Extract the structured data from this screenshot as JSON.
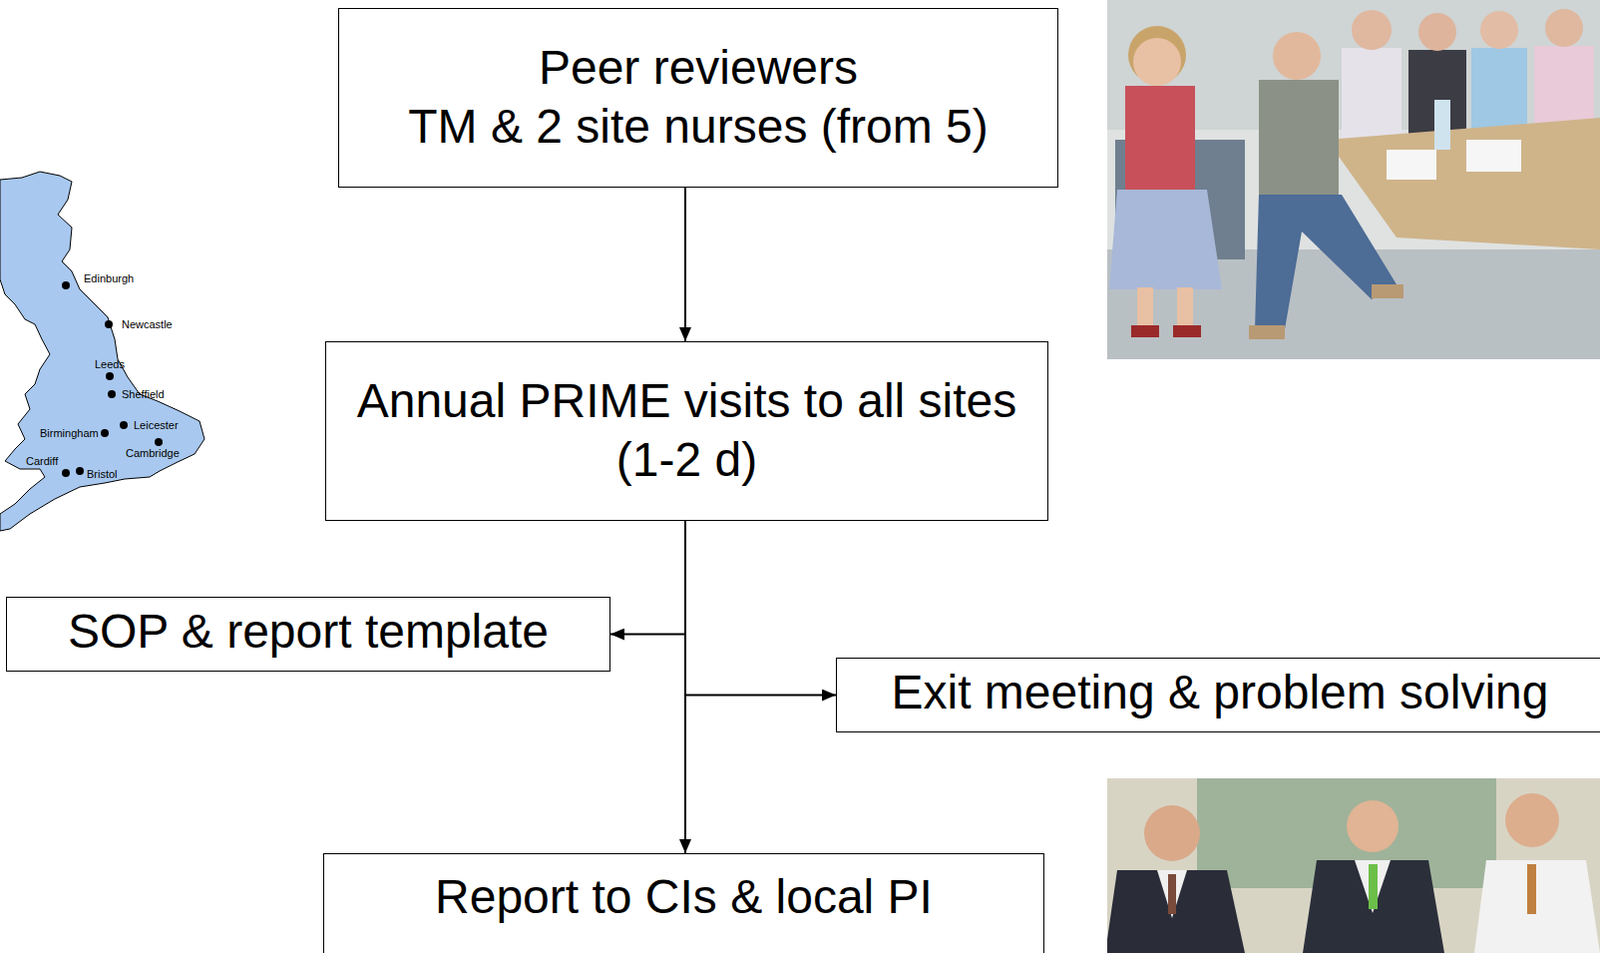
{
  "diagram": {
    "nodes": [
      {
        "text": [
          "Peer reviewers",
          "TM & 2 site nurses (from 5)"
        ]
      },
      {
        "text": [
          "Annual PRIME visits to all sites (1-2 d)"
        ]
      },
      {
        "text": [
          "SOP & report template"
        ]
      },
      {
        "text": [
          "Exit meeting & problem solving"
        ]
      },
      {
        "text": [
          "Report to CIs & local PI"
        ]
      }
    ],
    "edges": [
      {
        "from": 0,
        "to": 1,
        "arrow": "to"
      },
      {
        "from": 1,
        "to": 2,
        "arrow": "to"
      },
      {
        "from": 1,
        "to": 3,
        "arrow": "to"
      },
      {
        "from": 1,
        "to": 4,
        "arrow": "to"
      }
    ],
    "labels": [
      "Edinburgh",
      "Newcastle",
      "Leeds",
      "Sheffield",
      "Birmingham",
      "Leicester",
      "Cambridge",
      "Cardiff",
      "Bristol"
    ]
  }
}
